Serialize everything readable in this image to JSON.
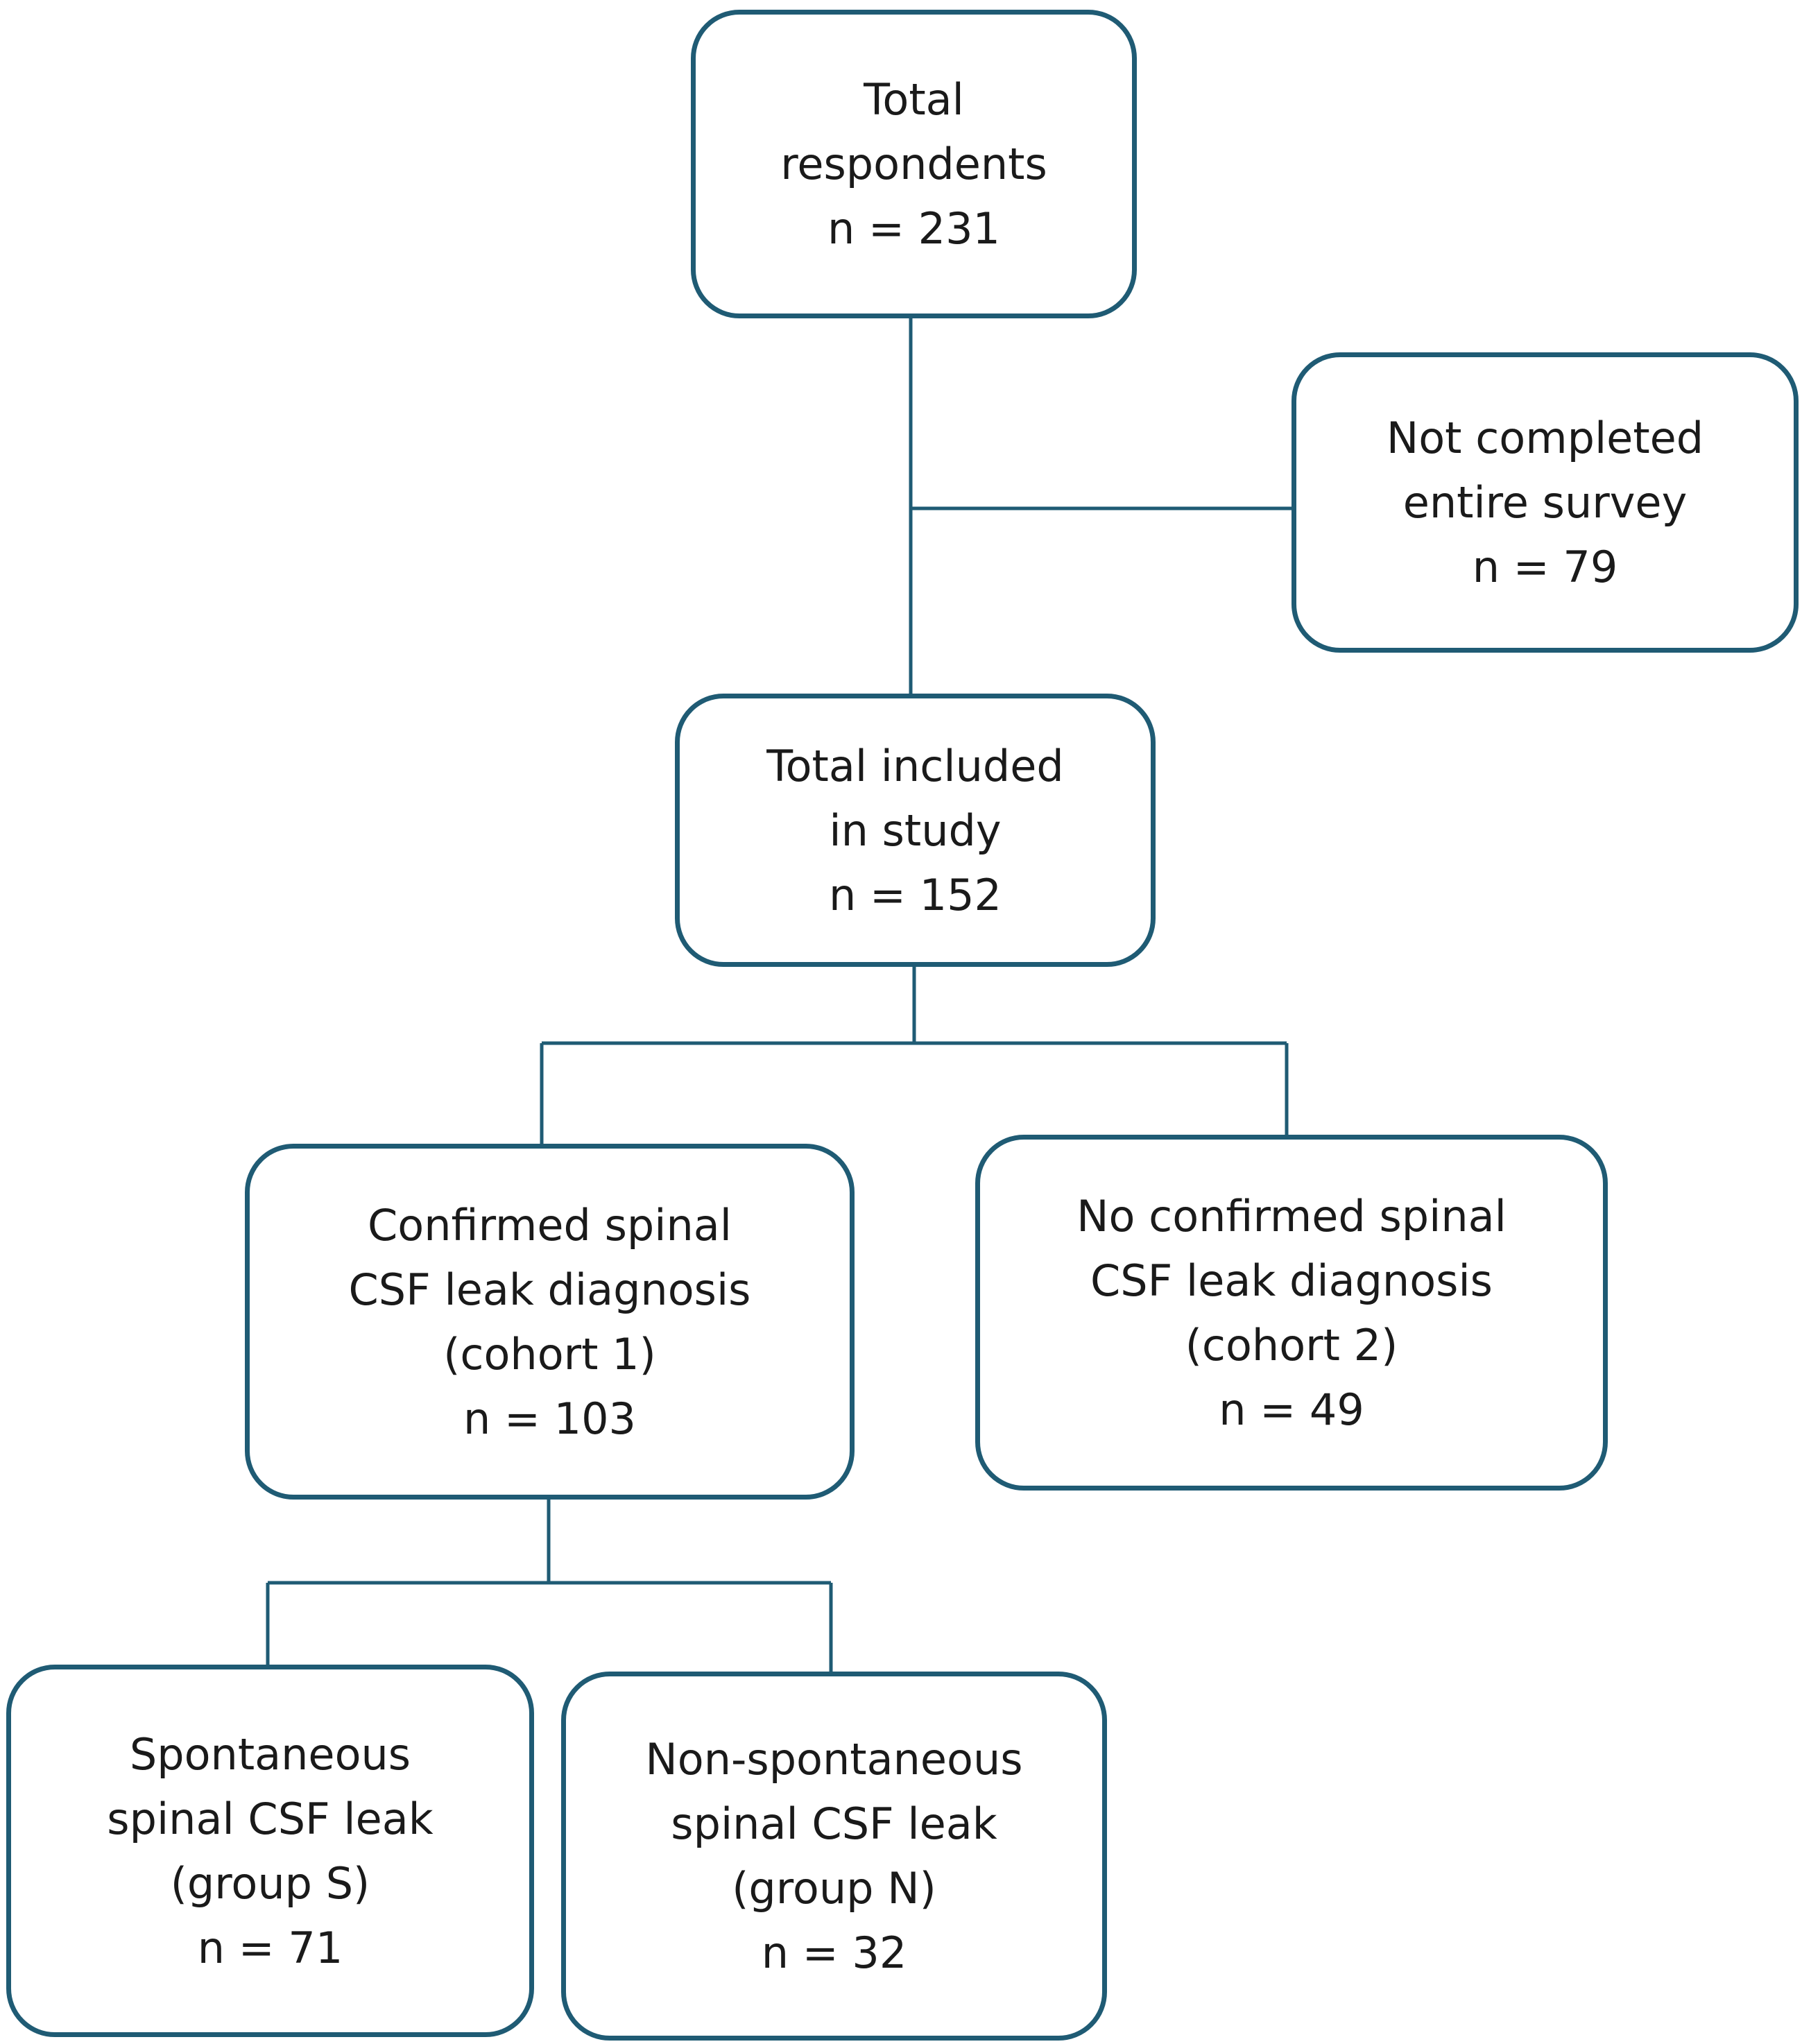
{
  "colors": {
    "box_border": "#1f5b74",
    "connector": "#1f5b74",
    "text": "#1a1a1a"
  },
  "boxes": {
    "total_respondents": {
      "lines": [
        "Total",
        "respondents"
      ],
      "count": "n = 231"
    },
    "not_completed": {
      "lines": [
        "Not completed",
        "entire survey"
      ],
      "count": "n = 79"
    },
    "total_included": {
      "lines": [
        "Total included",
        "in study"
      ],
      "count": "n = 152"
    },
    "cohort1": {
      "lines": [
        "Confirmed spinal",
        "CSF leak diagnosis",
        "(cohort 1)"
      ],
      "count": "n = 103"
    },
    "cohort2": {
      "lines": [
        "No confirmed spinal",
        "CSF leak diagnosis",
        "(cohort 2)"
      ],
      "count": "n = 49"
    },
    "group_s": {
      "lines": [
        "Spontaneous",
        "spinal CSF leak",
        "(group S)"
      ],
      "count": "n = 71"
    },
    "group_n": {
      "lines": [
        "Non-spontaneous",
        "spinal CSF leak",
        "(group N)"
      ],
      "count": "n = 32"
    }
  }
}
